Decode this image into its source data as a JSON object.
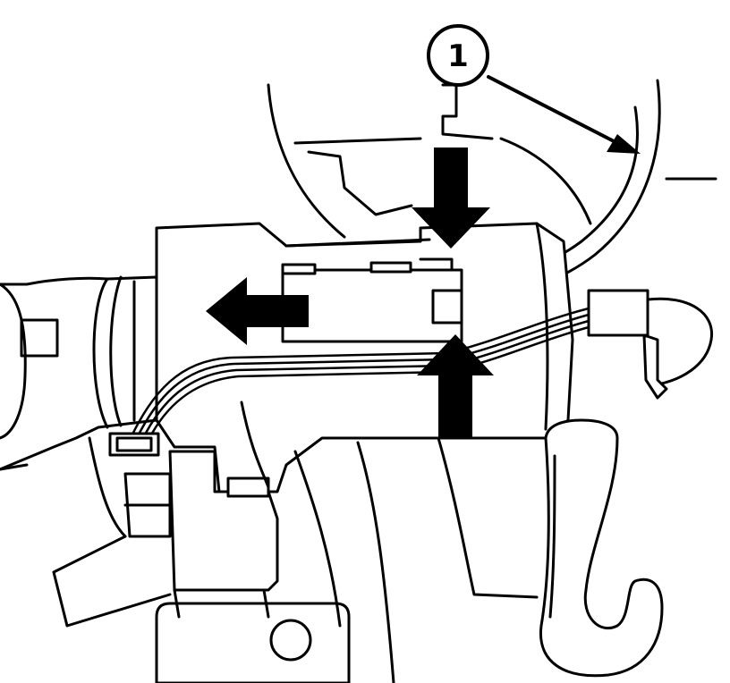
{
  "callout": {
    "number": "1"
  },
  "colors": {
    "line": "#000000",
    "fill": "#ffffff"
  },
  "icons": {
    "callout": "circled-number-leader",
    "arrows": "solid-direction-arrow"
  }
}
